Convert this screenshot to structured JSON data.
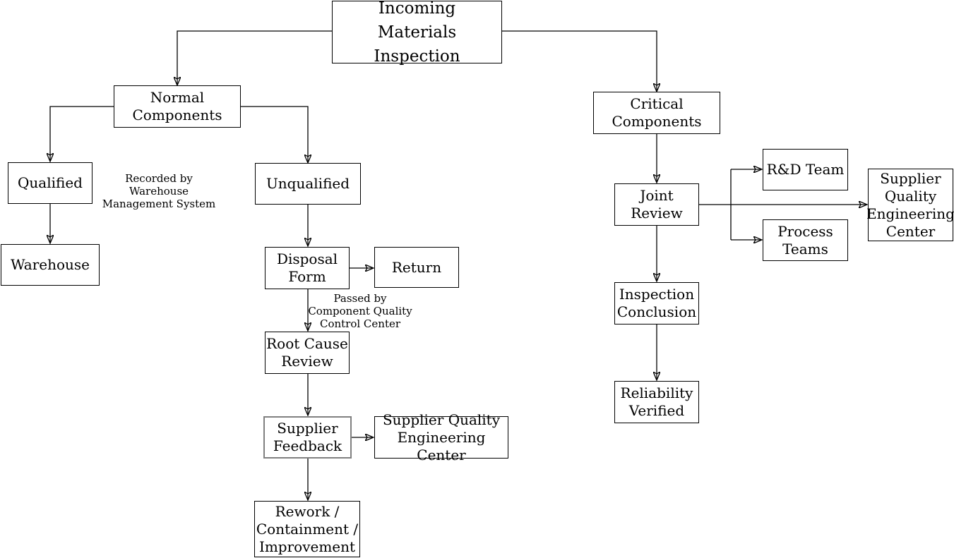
{
  "diagram_type": "flowchart",
  "colors": {
    "background": "#ffffff",
    "line": "#000000",
    "node_border": "#000000",
    "node_fill": "#ffffff",
    "text": "#000000",
    "highlight_border": "#808080"
  },
  "nodes": {
    "incoming": {
      "label": "Incoming\nMaterials Inspection"
    },
    "normal": {
      "label": "Normal Components"
    },
    "critical": {
      "label": "Critical Components"
    },
    "qualified": {
      "label": "Qualified"
    },
    "warehouse": {
      "label": "Warehouse"
    },
    "unqualified": {
      "label": "Unqualified"
    },
    "disposal": {
      "label": "Disposal\nForm"
    },
    "return": {
      "label": "Return"
    },
    "rootcause": {
      "label": "Root Cause\nReview"
    },
    "supplierfb": {
      "label": "Supplier\nFeedback"
    },
    "sqec_left": {
      "label": "Supplier Quality\nEngineering Center"
    },
    "rework": {
      "label": "Rework /\nContainment /\nImprovement"
    },
    "jointreview": {
      "label": "Joint Review"
    },
    "rdteam": {
      "label": "R&D Team"
    },
    "processteams": {
      "label": "Process\nTeams"
    },
    "sqec_right": {
      "label": "Supplier\nQuality\nEngineering\nCenter"
    },
    "inspection": {
      "label": "Inspection\nConclusion"
    },
    "reliability": {
      "label": "Reliability\nVerified"
    }
  },
  "annotations": {
    "recorded": {
      "text": "Recorded by Warehouse\nManagement System"
    },
    "passed": {
      "text": "Passed by\nComponent Quality\nControl Center"
    }
  },
  "edges": [
    {
      "from": "incoming",
      "to": "normal"
    },
    {
      "from": "incoming",
      "to": "critical"
    },
    {
      "from": "normal",
      "to": "qualified"
    },
    {
      "from": "normal",
      "to": "unqualified"
    },
    {
      "from": "qualified",
      "to": "warehouse"
    },
    {
      "from": "unqualified",
      "to": "disposal"
    },
    {
      "from": "disposal",
      "to": "return"
    },
    {
      "from": "disposal",
      "to": "rootcause"
    },
    {
      "from": "rootcause",
      "to": "supplierfb"
    },
    {
      "from": "supplierfb",
      "to": "sqec_left"
    },
    {
      "from": "supplierfb",
      "to": "rework"
    },
    {
      "from": "critical",
      "to": "jointreview"
    },
    {
      "from": "jointreview",
      "to": "rdteam"
    },
    {
      "from": "jointreview",
      "to": "processteams"
    },
    {
      "from": "jointreview",
      "to": "sqec_right"
    },
    {
      "from": "jointreview",
      "to": "inspection"
    },
    {
      "from": "inspection",
      "to": "reliability"
    }
  ]
}
